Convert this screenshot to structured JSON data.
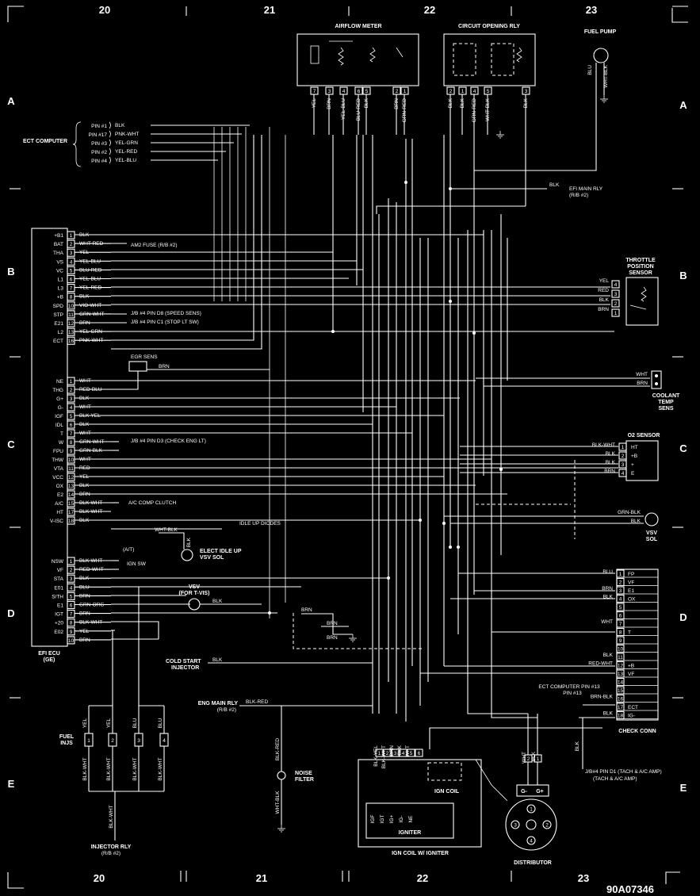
{
  "grid": {
    "columns": [
      "20",
      "21",
      "22",
      "23"
    ],
    "rows": [
      "A",
      "B",
      "C",
      "D",
      "E"
    ]
  },
  "components": {
    "airflow_meter": "AIRFLOW METER",
    "circuit_opening_rly": "CIRCUIT OPENING RLY",
    "fuel_pump": "FUEL PUMP",
    "ecu": "EFI ECU",
    "ecu_sub": "(GE)",
    "ect_computer": "ECT COMPUTER",
    "efi_main_rly": "EFI MAIN RLY",
    "efi_main_rly_sub": "(R/B #2)",
    "throttle_sensor": "THROTTLE POSITION SENSOR",
    "coolant_sensor": "COOLANT TEMP SENS",
    "o2_sensor": "O2 SENSOR",
    "vsv_sol": "VSV SOL",
    "check_conn": "CHECK CONN",
    "egr_sens": "EGR SENS",
    "elect_idle": "ELECT IDLE UP VSV SOL",
    "vsv_tvis": "VSV (FOR T-VIS)",
    "cold_start": "COLD START INJECTOR",
    "eng_main_rly": "ENG MAIN RLY",
    "eng_main_rly_sub": "(R/B #2)",
    "noise_filter": "NOISE FILTER",
    "fuel_injs": "FUEL INJS",
    "injector_rly": "INJECTOR RLY",
    "injector_rly_sub": "(R/B #2)",
    "ign_coil_w_igniter": "IGN COIL W/ IGNITER",
    "ign_coil": "IGN COIL",
    "igniter": "IGNITER",
    "distributor": "DISTRIBUTOR",
    "idle_up_diodes": "IDLE UP DIODES",
    "am2_fuse": "AM2 FUSE (R/B #2)",
    "jb_speed": "J/B #4 PIN D8 (SPEED SENS)",
    "jb_stop": "J/B #4 PIN C1 (STOP LT SW)",
    "jb_check": "J/B #4 PIN D3 (CHECK ENG LT)",
    "ac_clutch": "A/C COMP CLUTCH",
    "ign_sw": "IGN SW",
    "at_label": "(A/T)",
    "jb_tach": "J/B#4 PIN D1 (TACH & A/C AMP)",
    "ect_pin13": "ECT COMPUTER PIN #13",
    "ref_code": "90A07346"
  },
  "ect_pins": [
    {
      "pin": "PIN #1",
      "wire": "BLK"
    },
    {
      "pin": "PIN #17",
      "wire": "PNK-WHT"
    },
    {
      "pin": "PIN #3",
      "wire": "YEL-GRN"
    },
    {
      "pin": "PIN #2",
      "wire": "YEL-RED"
    },
    {
      "pin": "PIN #4",
      "wire": "YEL-BLU"
    }
  ],
  "ecu_block1": [
    {
      "sig": "+B1",
      "n": "1",
      "wire": "BLK"
    },
    {
      "sig": "BAT",
      "n": "2",
      "wire": "WHT-RED"
    },
    {
      "sig": "THA",
      "n": "3",
      "wire": "YEL"
    },
    {
      "sig": "VS",
      "n": "4",
      "wire": "YEL-BLU"
    },
    {
      "sig": "VC",
      "n": "5",
      "wire": "BLU-RED"
    },
    {
      "sig": "L1",
      "n": "6",
      "wire": "YEL-BLU"
    },
    {
      "sig": "L3",
      "n": "7",
      "wire": "YEL-RED"
    },
    {
      "sig": "+B",
      "n": "8",
      "wire": "BLK"
    },
    {
      "sig": "SPD",
      "n": "10",
      "wire": "VIO-WHT"
    },
    {
      "sig": "STP",
      "n": "11",
      "wire": "GRN-WHT"
    },
    {
      "sig": "E21",
      "n": "12",
      "wire": "BRN"
    },
    {
      "sig": "L2",
      "n": "13",
      "wire": "YEL-GRN"
    },
    {
      "sig": "ECT",
      "n": "16",
      "wire": "PNK-WHT"
    }
  ],
  "ecu_block2": [
    {
      "sig": "NE",
      "n": "1",
      "wire": "WHT"
    },
    {
      "sig": "THG",
      "n": "2",
      "wire": "RED-BLU"
    },
    {
      "sig": "G+",
      "n": "3",
      "wire": "BLK"
    },
    {
      "sig": "G-",
      "n": "4",
      "wire": "WHT"
    },
    {
      "sig": "IGF",
      "n": "5",
      "wire": "BLK-YEL"
    },
    {
      "sig": "IDL",
      "n": "6",
      "wire": "BLK"
    },
    {
      "sig": "T",
      "n": "7",
      "wire": "WHT"
    },
    {
      "sig": "W",
      "n": "8",
      "wire": "GRN-WHT"
    },
    {
      "sig": "FPU",
      "n": "9",
      "wire": "GRN-BLK"
    },
    {
      "sig": "THW",
      "n": "10",
      "wire": "WHT"
    },
    {
      "sig": "VTA",
      "n": "11",
      "wire": "RED"
    },
    {
      "sig": "VCC",
      "n": "12",
      "wire": "YEL"
    },
    {
      "sig": "OX",
      "n": "13",
      "wire": "BLK"
    },
    {
      "sig": "E2",
      "n": "14",
      "wire": "BRN"
    },
    {
      "sig": "A/C",
      "n": "15",
      "wire": "BLK-WHT"
    },
    {
      "sig": "HT",
      "n": "17",
      "wire": "BLK-WHT"
    },
    {
      "sig": "V-ISC",
      "n": "18",
      "wire": "BLK"
    }
  ],
  "ecu_block3": [
    {
      "sig": "NSW",
      "n": "1",
      "wire": "BLK-WHT"
    },
    {
      "sig": "VF",
      "n": "2",
      "wire": "RED-WHT"
    },
    {
      "sig": "STA",
      "n": "3",
      "wire": "BLK"
    },
    {
      "sig": "E01",
      "n": "4",
      "wire": "BLU"
    },
    {
      "sig": "S/TH",
      "n": "5",
      "wire": "BRN"
    },
    {
      "sig": "E1",
      "n": "6",
      "wire": "GRN-ORG"
    },
    {
      "sig": "IGT",
      "n": "7",
      "wire": "BRN"
    },
    {
      "sig": "+20",
      "n": "8",
      "wire": "BLK-WHT"
    },
    {
      "sig": "E02",
      "n": "9",
      "wire": "YEL"
    },
    {
      "sig": "",
      "n": "10",
      "wire": "BRN"
    }
  ],
  "afm_wires": [
    "YEL",
    "BRN",
    "YEL-BLU",
    "BLU-RED",
    "BLK",
    "BRN",
    "GRN-RED"
  ],
  "afm_pins": [
    "7",
    "3",
    "4",
    "6",
    "5",
    "2",
    "1"
  ],
  "cor_wires": [
    "BLK",
    "BLK",
    "GRN-RED",
    "WHT-BLK",
    "BLK"
  ],
  "cor_pins": [
    "2",
    "1",
    "4",
    "5",
    "3"
  ],
  "fuel_pump_wires": [
    "BLU",
    "WHT-BLK"
  ],
  "throttle_pins": [
    {
      "n": "4",
      "wire": "YEL"
    },
    {
      "n": "3",
      "wire": "RED"
    },
    {
      "n": "2",
      "wire": "BLK"
    },
    {
      "n": "1",
      "wire": "BRN"
    }
  ],
  "coolant_wires": [
    "WHT",
    "BRN"
  ],
  "o2_pins": [
    {
      "n": "1",
      "sig": "HT",
      "wire": "BLK-WHT"
    },
    {
      "n": "2",
      "sig": "+B",
      "wire": "BLK"
    },
    {
      "n": "3",
      "sig": "+",
      "wire": "BLK"
    },
    {
      "n": "4",
      "sig": "E",
      "wire": "BRN"
    }
  ],
  "vsv_wires": [
    "GRN-BLK",
    "BLK"
  ],
  "check_conn_pins": [
    {
      "n": "1",
      "sig": "FP",
      "wire": "BLU"
    },
    {
      "n": "2",
      "sig": "VF",
      "wire": ""
    },
    {
      "n": "3",
      "sig": "E1",
      "wire": "BRN"
    },
    {
      "n": "4",
      "sig": "OX",
      "wire": "BLK"
    },
    {
      "n": "5",
      "sig": "",
      "wire": ""
    },
    {
      "n": "6",
      "sig": "",
      "wire": ""
    },
    {
      "n": "7",
      "sig": "",
      "wire": "WHT"
    },
    {
      "n": "8",
      "sig": "T",
      "wire": ""
    },
    {
      "n": "9",
      "sig": "",
      "wire": ""
    },
    {
      "n": "10",
      "sig": "",
      "wire": ""
    },
    {
      "n": "11",
      "sig": "",
      "wire": "BLK"
    },
    {
      "n": "12",
      "sig": "+B",
      "wire": "RED-WHT"
    },
    {
      "n": "13",
      "sig": "VF",
      "wire": ""
    },
    {
      "n": "14",
      "sig": "",
      "wire": ""
    },
    {
      "n": "15",
      "sig": "",
      "wire": ""
    },
    {
      "n": "16",
      "sig": "",
      "wire": "BRN-BLK"
    },
    {
      "n": "17",
      "sig": "ECT",
      "wire": ""
    },
    {
      "n": "18",
      "sig": "IG-",
      "wire": "BLK"
    }
  ],
  "injectors": [
    {
      "n": "1",
      "top": "YEL",
      "bot": "BLK-WHT"
    },
    {
      "n": "2",
      "top": "YEL",
      "bot": "BLK-WHT"
    },
    {
      "n": "3",
      "top": "BLU",
      "bot": "BLK-WHT"
    },
    {
      "n": "4",
      "top": "BLU",
      "bot": "BLK-WHT"
    }
  ],
  "igniter_wires": [
    "BLK-YEL",
    "BLK-WHT",
    "BRN",
    "BLK",
    "WHT"
  ],
  "igniter_pins": [
    "1",
    "2",
    "3",
    "4",
    "5",
    "6"
  ],
  "igniter_terms": [
    "IGF",
    "IGT",
    "IG+",
    "IG-",
    "NE"
  ],
  "dist_wires": [
    "WHT",
    "BLK"
  ],
  "dist_pins": [
    "2",
    "1"
  ],
  "dist_terms": [
    "G-",
    "G+"
  ],
  "misc": {
    "brn": "BRN",
    "blk": "BLK",
    "wht_blk": "WHT-BLK",
    "blk_red": "BLK-RED",
    "wht": "WHT",
    "blk_wht": "BLK-WHT",
    "grn_blk": "GRN-BLK"
  }
}
